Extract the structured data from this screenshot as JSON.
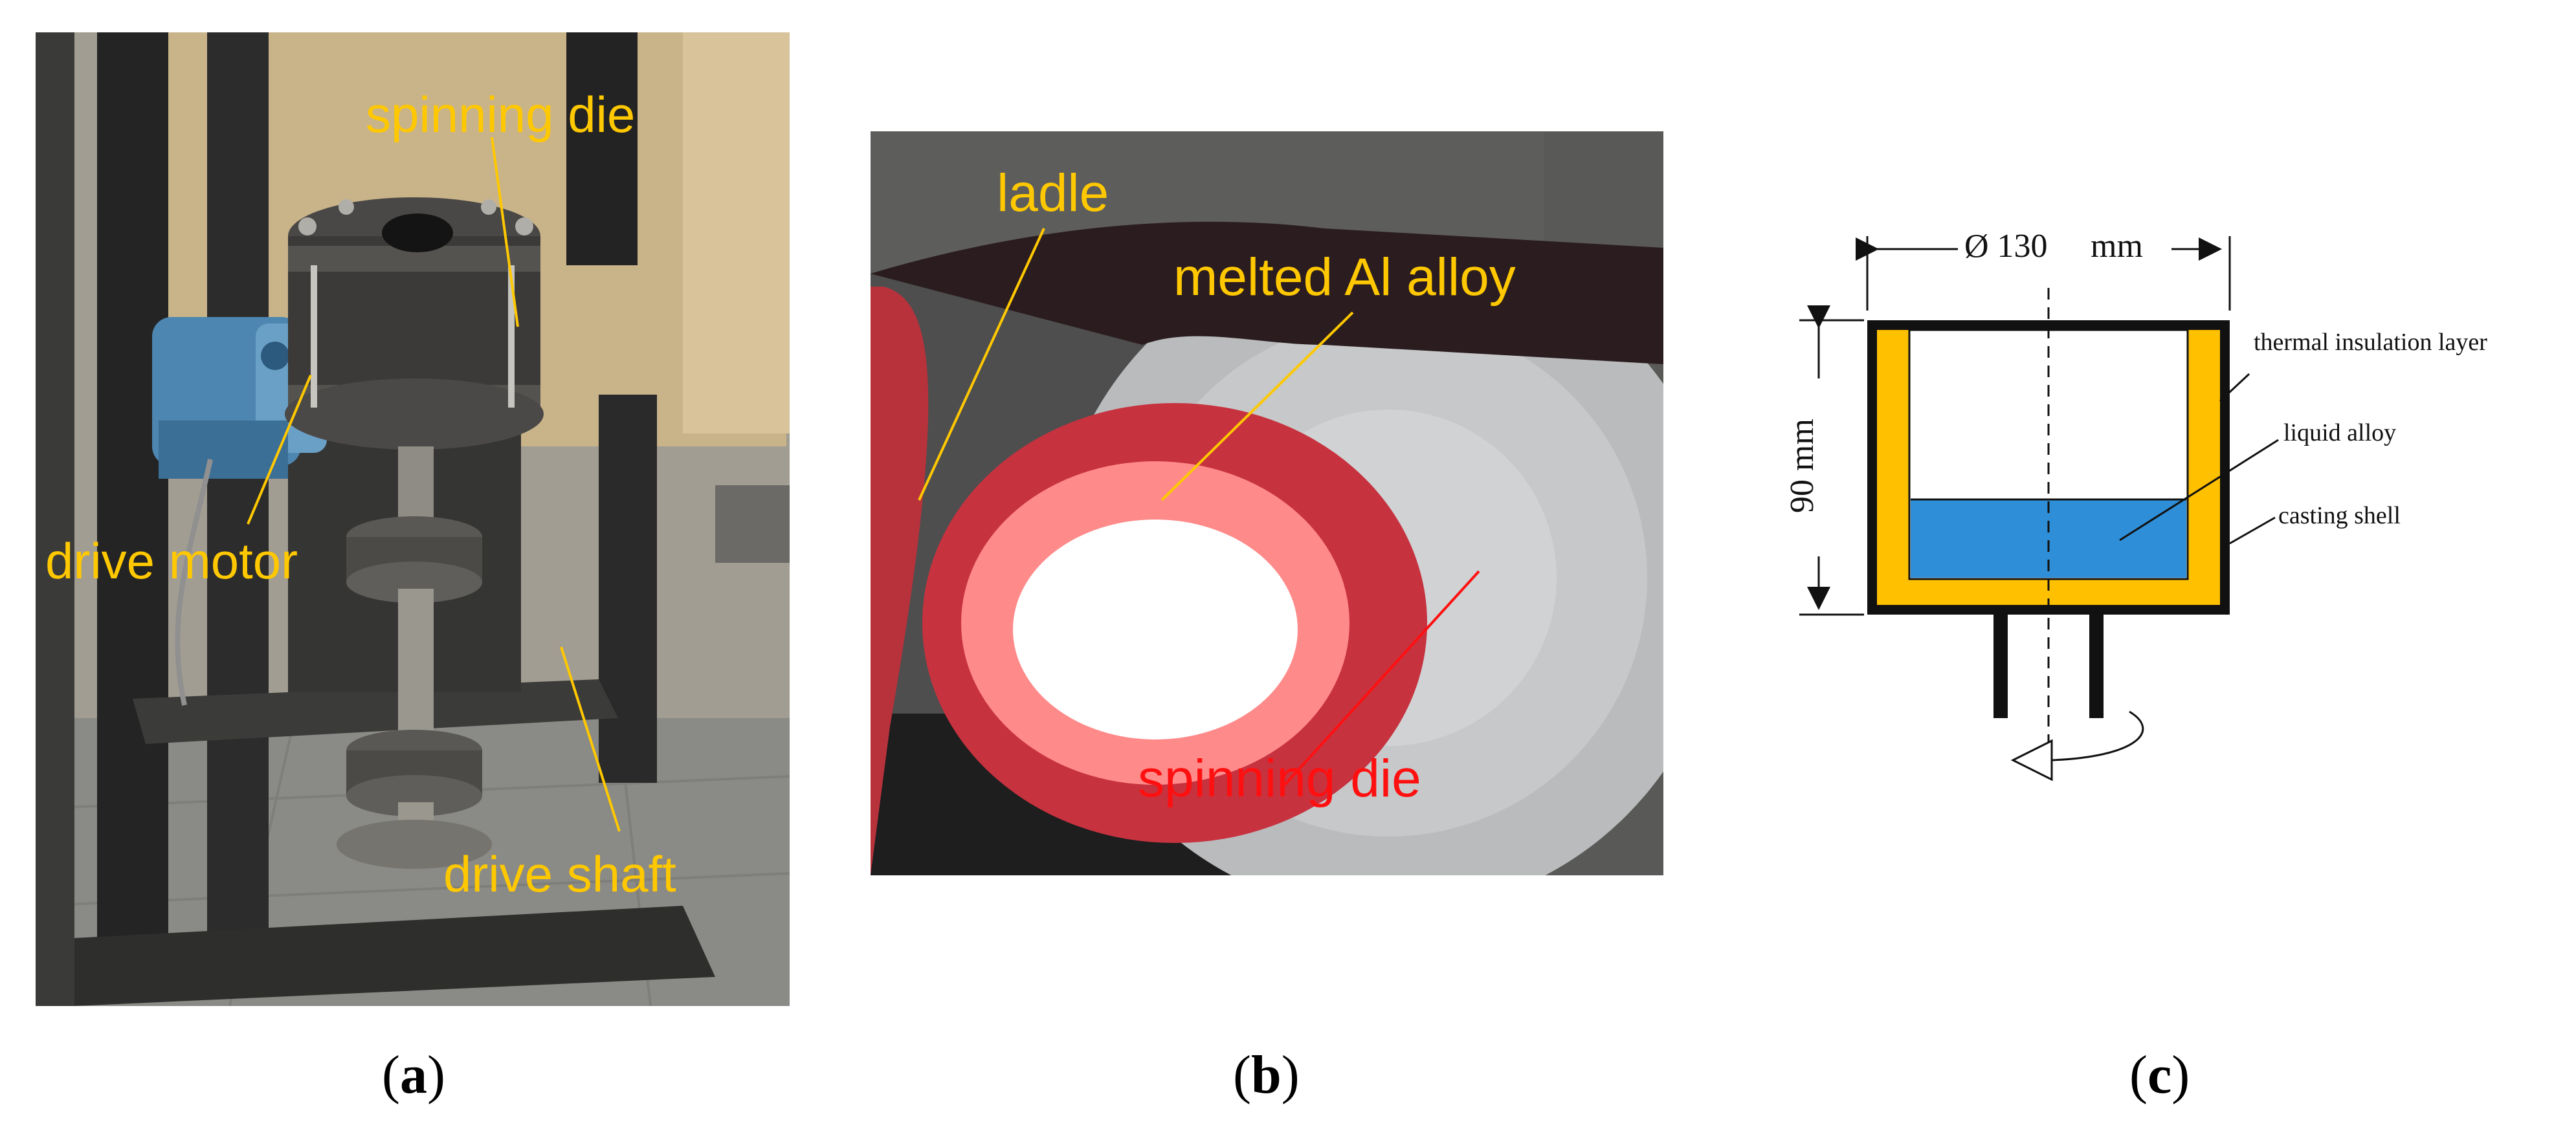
{
  "panel_a": {
    "labels": {
      "spinning_die": "spinning die",
      "drive_motor": "drive motor",
      "drive_shaft": "drive shaft"
    },
    "caption": {
      "open": "(",
      "letter": "a",
      "close": ")"
    }
  },
  "panel_b": {
    "labels": {
      "ladle": "ladle",
      "melted_al_alloy": "melted Al alloy",
      "spinning_die": "spinning die"
    },
    "caption": {
      "open": "(",
      "letter": "b",
      "close": ")"
    }
  },
  "panel_c": {
    "dimensions": {
      "diameter": "Ø 130",
      "diameter_unit": "mm",
      "height": "90 mm"
    },
    "labels": {
      "thermal_insulation_layer": "thermal insulation layer",
      "liquid_alloy": "liquid alloy",
      "casting_shell": "casting shell"
    },
    "colors": {
      "insulation": "#ffc000",
      "liquid": "#2e8fd8",
      "shell": "#111111"
    },
    "caption": {
      "open": "(",
      "letter": "c",
      "close": ")"
    }
  },
  "colors": {
    "label_yellow": "#ffc800",
    "label_red": "#ff1010"
  }
}
